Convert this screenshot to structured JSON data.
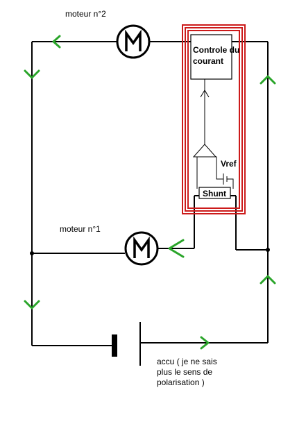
{
  "labels": {
    "motor2": "moteur n°2",
    "motor1": "moteur n°1",
    "control_line1": "Controle du",
    "control_line2": "courant",
    "vref": "Vref",
    "shunt": "Shunt",
    "battery_line1": "accu ( je ne sais",
    "battery_line2": "plus le sens de",
    "battery_line3": "polarisation )"
  },
  "motor_symbol": "M",
  "colors": {
    "wire": "#000000",
    "arrow": "#2aa52a",
    "enclosure": "#cc1a1a"
  }
}
